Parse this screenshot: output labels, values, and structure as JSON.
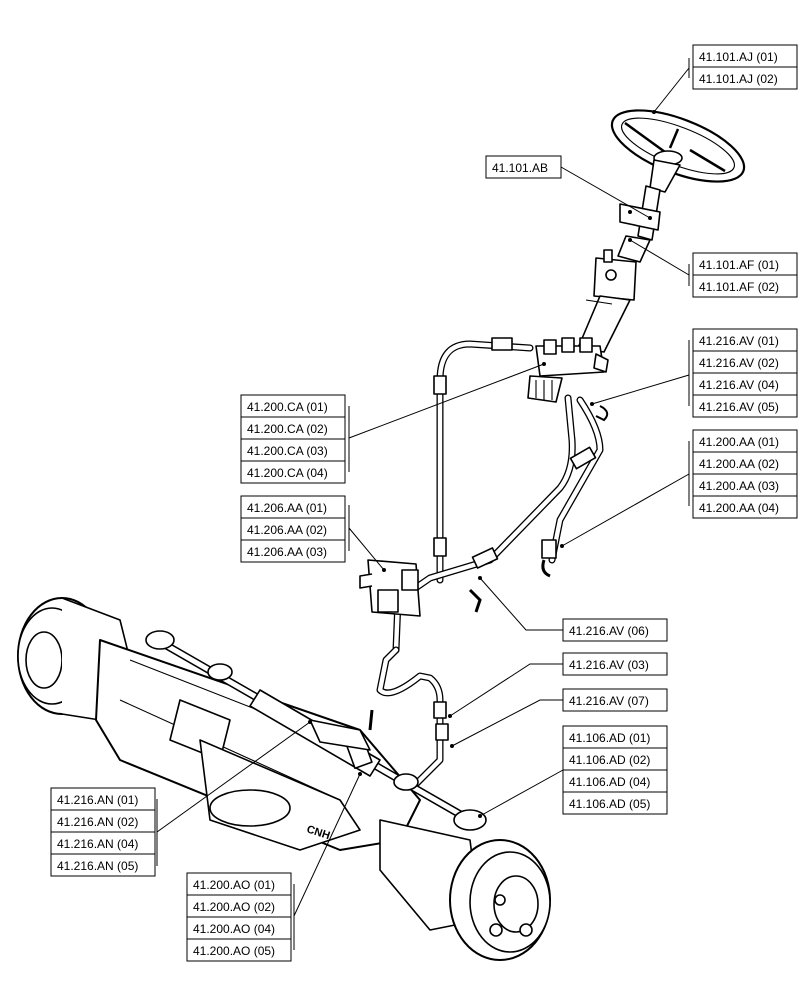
{
  "callouts": {
    "steering_wheel": [
      "41.101.AJ (01)",
      "41.101.AJ (02)"
    ],
    "column_bracket": [
      "41.101.AB"
    ],
    "column": [
      "41.101.AF (01)",
      "41.101.AF (02)"
    ],
    "valve_fittings": [
      "41.216.AV (01)",
      "41.216.AV (02)",
      "41.216.AV (04)",
      "41.216.AV (05)"
    ],
    "pipes_right": [
      "41.200.AA (01)",
      "41.200.AA (02)",
      "41.200.AA (03)",
      "41.200.AA (04)"
    ],
    "steering_unit": [
      "41.200.CA (01)",
      "41.200.CA (02)",
      "41.200.CA (03)",
      "41.200.CA (04)"
    ],
    "priority_valve": [
      "41.206.AA (01)",
      "41.206.AA (02)",
      "41.206.AA (03)"
    ],
    "fitting_06": [
      "41.216.AV (06)"
    ],
    "fitting_03": [
      "41.216.AV (03)"
    ],
    "fitting_07": [
      "41.216.AV (07)"
    ],
    "knuckle": [
      "41.106.AD (01)",
      "41.106.AD (02)",
      "41.106.AD (04)",
      "41.106.AD (05)"
    ],
    "cylinder": [
      "41.216.AN (01)",
      "41.216.AN (02)",
      "41.216.AN (04)",
      "41.216.AN (05)"
    ],
    "axle_pipes": [
      "41.200.AO (01)",
      "41.200.AO (02)",
      "41.200.AO (04)",
      "41.200.AO (05)"
    ]
  },
  "axle_logo": "CNH"
}
